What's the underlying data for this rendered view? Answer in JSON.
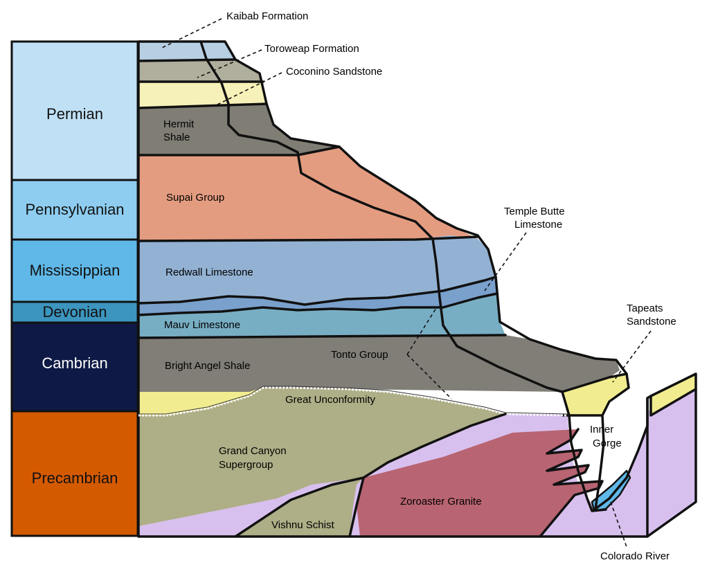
{
  "eras": [
    {
      "name": "Permian",
      "color": "#bfe0f5",
      "text_color": "#111111"
    },
    {
      "name": "Pennsylvanian",
      "color": "#8ecdf0",
      "text_color": "#111111"
    },
    {
      "name": "Mississippian",
      "color": "#5fb8e8",
      "text_color": "#111111"
    },
    {
      "name": "Devonian",
      "color": "#3c95be",
      "text_color": "#111111"
    },
    {
      "name": "Cambrian",
      "color": "#0e1a45",
      "text_color": "#ffffff"
    },
    {
      "name": "Precambrian",
      "color": "#d45a00",
      "text_color": "#111111"
    }
  ],
  "layers": {
    "kaibab": {
      "color": "#b7cfe3"
    },
    "toroweap": {
      "color": "#b0ae9c"
    },
    "coconino": {
      "color": "#f6f1b8"
    },
    "hermit": {
      "label_line1": "Hermit",
      "label_line2": "Shale",
      "color": "#7f7d74"
    },
    "supai": {
      "label": "Supai Group",
      "color": "#e49c80"
    },
    "redwall": {
      "label": "Redwall Limestone",
      "color": "#93b2d3"
    },
    "temple_butte": {
      "color": "#7aa0cc"
    },
    "mauv": {
      "label": "Mauv Limestone",
      "color": "#78aec4"
    },
    "bright_angel": {
      "label": "Bright Angel Shale",
      "color": "#807e76"
    },
    "tapeats": {
      "color": "#f1ec8f"
    },
    "supergroup": {
      "label_line1": "Grand Canyon",
      "label_line2": "Supergroup",
      "color": "#aeae87"
    },
    "vishnu": {
      "label": "Vishnu Schist",
      "color": "#d8c0ee"
    },
    "zoroaster": {
      "label": "Zoroaster Granite",
      "color": "#b86472"
    },
    "inner_gorge": {
      "label_line1": "Inner",
      "label_line2": "Gorge",
      "color": "#d8c0ee"
    },
    "river": {
      "color": "#5fb8e8"
    }
  },
  "callouts": {
    "kaibab": "Kaibab Formation",
    "toroweap": "Toroweap Formation",
    "coconino": "Coconino Sandstone",
    "temple_butte_line1": "Temple Butte",
    "temple_butte_line2": "Limestone",
    "tapeats_line1": "Tapeats",
    "tapeats_line2": "Sandstone",
    "tonto": "Tonto Group",
    "unconformity": "Great Unconformity",
    "colorado": "Colorado River"
  }
}
